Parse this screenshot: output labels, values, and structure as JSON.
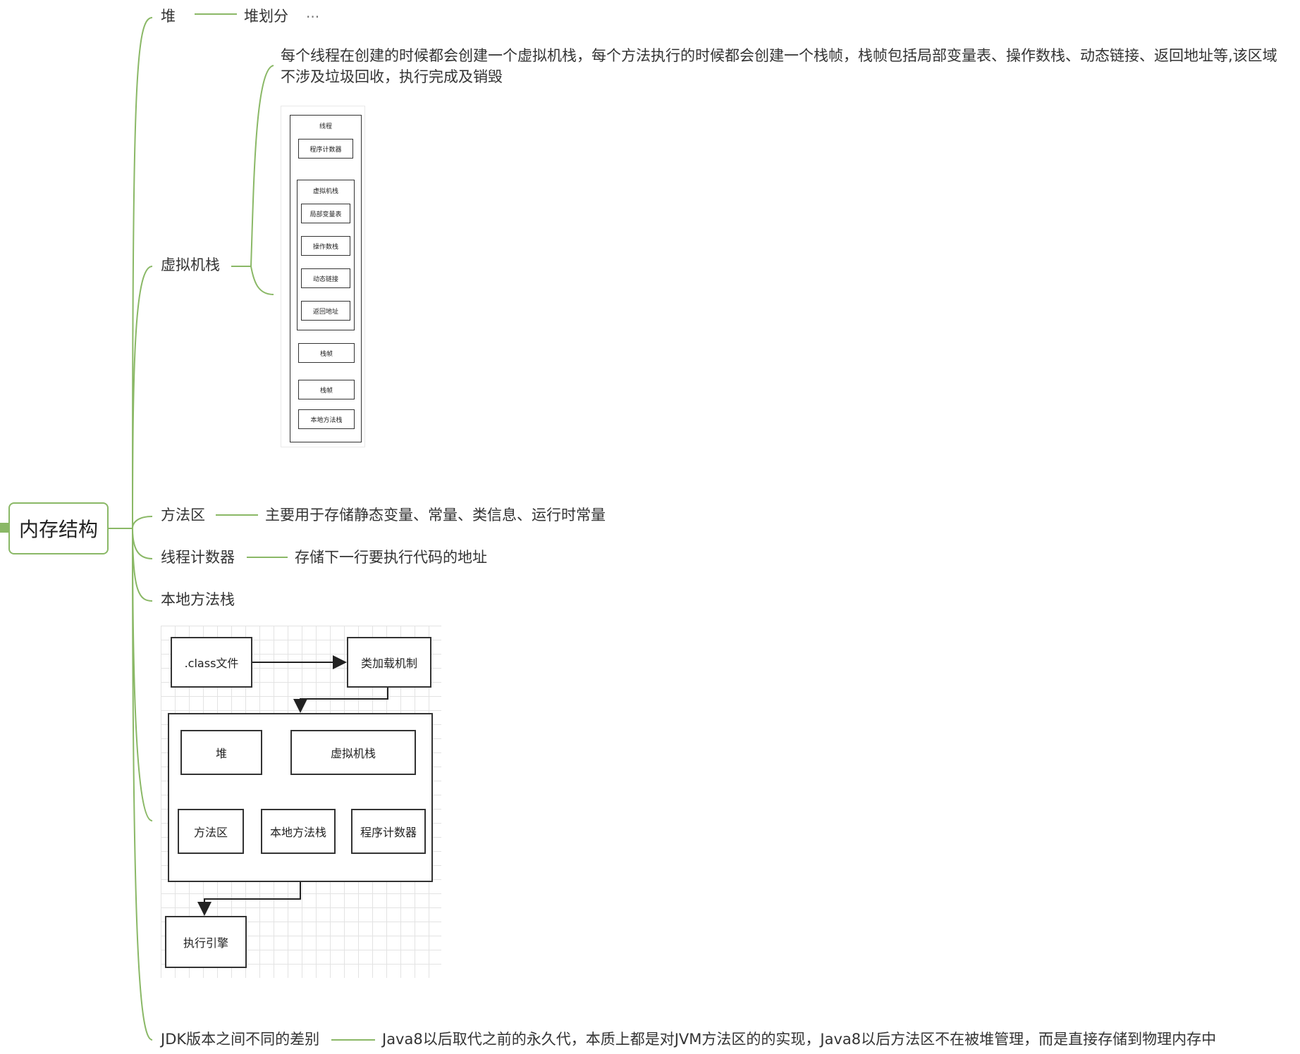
{
  "root": {
    "label": "内存结构"
  },
  "branches": {
    "heap": {
      "label": "堆",
      "child": "堆划分",
      "collapsed_marker": "···"
    },
    "vm_stack": {
      "label": "虚拟机栈",
      "desc": "每个线程在创建的时候都会创建一个虚拟机栈，每个方法执行的时候都会创建一个栈帧，栈帧包括局部变量表、操作数栈、动态链接、返回地址等,该区域不涉及垃圾回收，执行完成及销毁"
    },
    "method_area": {
      "label": "方法区",
      "child": "主要用于存储静态变量、常量、类信息、运行时常量"
    },
    "pc": {
      "label": "线程计数器",
      "child": "存储下一行要执行代码的地址"
    },
    "native_stack": {
      "label": "本地方法栈"
    },
    "jdk": {
      "label": "JDK版本之间不同的差别",
      "child": "Java8以后取代之前的永久代，本质上都是对JVM方法区的的实现，Java8以后方法区不在被堆管理，而是直接存储到物理内存中"
    }
  },
  "stack_diagram": {
    "thread": "线程",
    "pc": "程序计数器",
    "vm_stack": "虚拟机栈",
    "local_vars": "局部变量表",
    "operand_stack": "操作数栈",
    "dynamic_link": "动态链接",
    "return_addr": "返回地址",
    "frame1": "栈帧",
    "frame2": "栈帧",
    "native_stack": "本地方法栈"
  },
  "flow_diagram": {
    "class_file": ".class文件",
    "class_loader": "类加载机制",
    "heap": "堆",
    "vm_stack": "虚拟机栈",
    "method_area": "方法区",
    "native_stack": "本地方法栈",
    "pc": "程序计数器",
    "engine": "执行引擎"
  },
  "colors": {
    "connector": "#8ab866",
    "box_border": "#333333",
    "grid": "#e3e3e3"
  }
}
